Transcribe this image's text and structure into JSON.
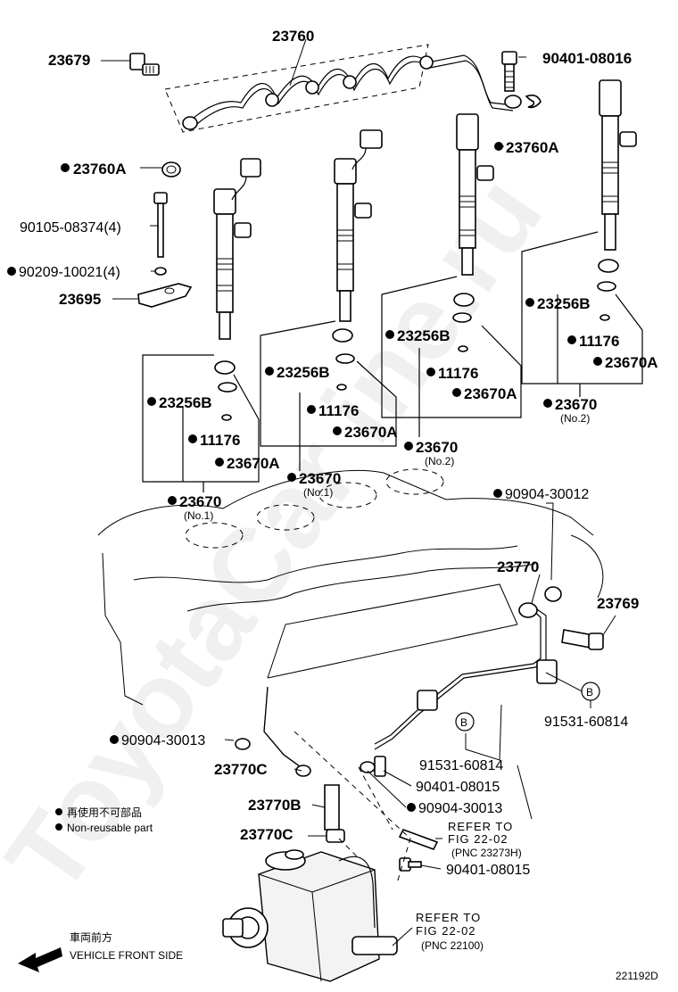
{
  "watermark": "ToyotaCar ine.ru",
  "diagram_id": "221192D",
  "legend": {
    "non_reusable_ja": "再使用不可部品",
    "non_reusable_en": "Non-reusable part"
  },
  "direction": {
    "ja": "車両前方",
    "en": "VEHICLE FRONT SIDE"
  },
  "labels": {
    "p23760": "23760",
    "p23679": "23679",
    "p90401_08016": "90401-08016",
    "p23760A_left": "23760A",
    "p23760A_right": "23760A",
    "p90105": "90105-08374(4)",
    "p90209": "90209-10021(4)",
    "p23695": "23695",
    "inj1_23256B": "23256B",
    "inj1_11176": "11176",
    "inj1_23670A": "23670A",
    "inj1_23670": "23670",
    "inj1_sub": "(No.1)",
    "inj2_23256B": "23256B",
    "inj2_11176": "11176",
    "inj2_23670A": "23670A",
    "inj2_23670": "23670",
    "inj2_sub": "(No.1)",
    "inj3_23256B": "23256B",
    "inj3_11176": "11176",
    "inj3_23670A": "23670A",
    "inj3_23670": "23670",
    "inj3_sub": "(No.2)",
    "inj4_23256B": "23256B",
    "inj4_11176": "11176",
    "inj4_23670A": "23670A",
    "inj4_23670": "23670",
    "inj4_sub": "(No.2)",
    "p90904_30012": "90904-30012",
    "p23770": "23770",
    "p23769": "23769",
    "b_mark_1": "B",
    "b_mark_2": "B",
    "p91531_a": "91531-60814",
    "p91531_b": "91531-60814",
    "p90904_30013_l": "90904-30013",
    "p90904_30013_r": "90904-30013",
    "p23770C_1": "23770C",
    "p23770C_2": "23770C",
    "p23770B": "23770B",
    "p90401_08015_a": "90401-08015",
    "p90401_08015_b": "90401-08015",
    "ref1_line1": "REFER TO",
    "ref1_line2": "FIG 22-02",
    "ref1_line3": "(PNC 23273H)",
    "ref2_line1": "REFER TO",
    "ref2_line2": "FIG 22-02",
    "ref2_line3": "(PNC 22100)"
  }
}
